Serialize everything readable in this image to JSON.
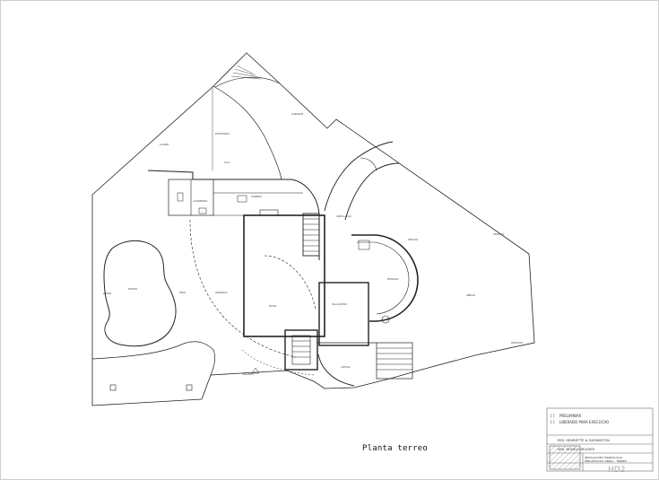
{
  "drawing": {
    "caption": "Planta terreo",
    "status_options": [
      {
        "marker": "[ ]",
        "label": "PRELIMINAR"
      },
      {
        "marker": "[ ]",
        "label": "LIBERADO PARA EXECUCAO"
      }
    ],
    "title_block": {
      "client": "RES. HENRIETTE A. BUSHKETON",
      "architect": "ARQ. MONICA DRUCKER",
      "project_line1": "INSTALACOES HIDRAULICAS",
      "project_line2": "IMPLANTACAO GERAL - TERREO",
      "sheet_code": "HD2"
    }
  },
  "room_labels": [
    "JARDIM",
    "PISCINA",
    "DECK",
    "GRAMADO",
    "ESTAR",
    "SALA JANTAR",
    "COZINHA",
    "LAVANDERIA",
    "HALL",
    "ESCRITORIO",
    "LAVABO",
    "GARAGEM",
    "ENTRADA",
    "CIRCULACAO",
    "SERVICO",
    "ABRIGO",
    "DEPOSITO",
    "ACESSO",
    "TERRACO",
    "VARANDA"
  ]
}
